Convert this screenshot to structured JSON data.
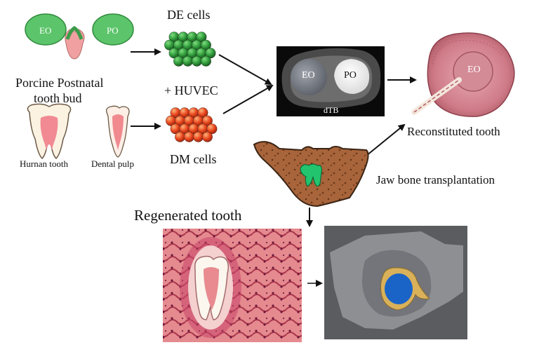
{
  "labels": {
    "eo": "EO",
    "po": "PO",
    "de_cells": "DE cells",
    "dm_cells": "DM cells",
    "plus_huvec": "+ HUVEC",
    "porcine_bud_line1": "Porcine Postnatal",
    "porcine_bud_line2": "tooth bud",
    "human_tooth": "Hurnan tooth",
    "dental_pulp": "Dental pulp",
    "dtb": "dTB",
    "reconstituted": "Reconstituted tooth",
    "jaw_bone": "Jaw bone transplantation",
    "regenerated": "Regenerated tooth"
  },
  "colors": {
    "bud_green": "#5cc46a",
    "bud_pink": "#f0a0a0",
    "de_green": "#2f9a3a",
    "dm_orange": "#e8441c",
    "tissue_pink": "#c9697a",
    "bone_brown": "#a8643a",
    "implant_green": "#23c46e",
    "histo_red": "#d65a6a",
    "scan_gray": "#5a5c60",
    "scan_blue": "#1a64c8",
    "scan_gold": "#d9b15a"
  }
}
